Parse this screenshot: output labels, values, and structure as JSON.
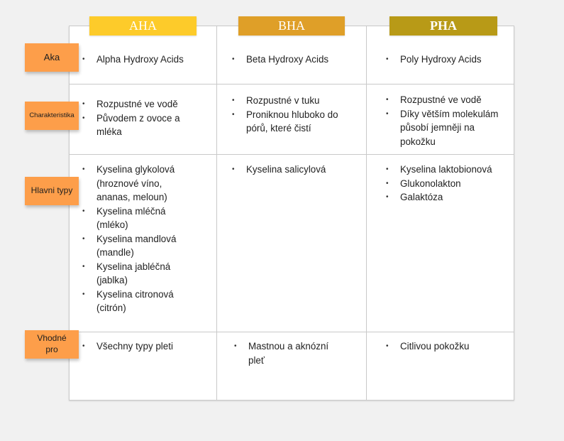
{
  "columns": [
    {
      "label": "AHA",
      "color": "#fdcb2a"
    },
    {
      "label": "BHA",
      "color": "#df9f28"
    },
    {
      "label": "PHA",
      "color": "#b89a17"
    }
  ],
  "rows": [
    {
      "label": "Aka"
    },
    {
      "label": "Charakteristika"
    },
    {
      "label": "Hlavni typy"
    },
    {
      "label": "Vhodné pro"
    }
  ],
  "cells": {
    "aka": [
      [
        "Alpha Hydroxy Acids"
      ],
      [
        "Beta Hydroxy Acids"
      ],
      [
        "Poly Hydroxy Acids"
      ]
    ],
    "charakteristika": [
      [
        "Rozpustné ve vodě",
        "Původem z ovoce a mléka"
      ],
      [
        "Rozpustné v tuku",
        "Proniknou hluboko do pórů, které čistí"
      ],
      [
        "Rozpustné ve vodě",
        "Díky větším molekulám působí jemněji na pokožku"
      ]
    ],
    "typy": [
      [
        "Kyselina glykolová (hroznové víno, ananas, meloun)",
        "Kyselina mléčná (mléko)",
        "Kyselina mandlová (mandle)",
        "Kyselina jabléčná (jablka)",
        "Kyselina citronová (citrón)"
      ],
      [
        "Kyselina salicylová"
      ],
      [
        "Kyselina laktobionová",
        "Glukonolakton",
        "Galaktóza"
      ]
    ],
    "pro": [
      [
        "Všechny typy pleti"
      ],
      [
        "Mastnou a aknózní pleť"
      ],
      [
        "Citlivou pokožku"
      ]
    ]
  },
  "colors": {
    "sticky": "#fd9e4a",
    "grid": "#c9c9c9"
  }
}
